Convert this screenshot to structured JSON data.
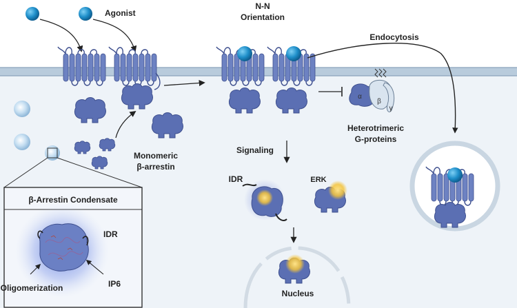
{
  "labels": {
    "agonist": "Agonist",
    "nn_line1": "N-N",
    "nn_line2": "Orientation",
    "endocytosis": "Endocytosis",
    "hetero_line1": "Heterotrimeric",
    "hetero_line2": "G-proteins",
    "signaling": "Signaling",
    "monomeric_line1": "Monomeric",
    "monomeric_line2": "β-arrestin",
    "idr": "IDR",
    "erk": "ERK",
    "nucleus": "Nucleus"
  },
  "inset": {
    "title": "β-Arrestin Condensate",
    "idr": "IDR",
    "oligomerization": "Oligomerization",
    "ip6": "IP6"
  },
  "gprotein": {
    "alpha": "α",
    "beta": "β",
    "gamma": "γ"
  },
  "colors": {
    "membrane": "#b8cbdc",
    "receptor": "#5b72b6",
    "arrestin": "#5b6fb3",
    "agonist": "#1e8ec9",
    "erk_glow": "#f3c33c",
    "background": "#eef3f8"
  }
}
